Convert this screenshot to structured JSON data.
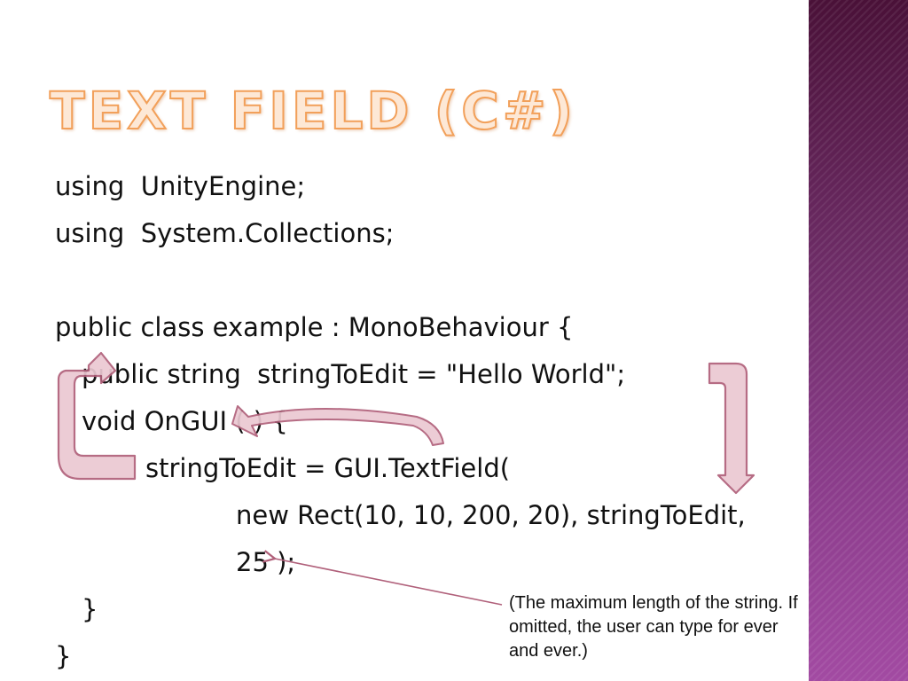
{
  "slide": {
    "title": "Text Field (C#)",
    "code_lines": [
      "using  UnityEngine;",
      "using  System.Collections;",
      "public class example : MonoBehaviour {",
      "public string  stringToEdit = \"Hello World\";",
      "void OnGUI ( ) {",
      "stringToEdit = GUI.TextField(",
      "new Rect(10, 10, 200, 20), stringToEdit,",
      "25 );",
      "}",
      "}"
    ],
    "note": "(The maximum length of the string.  If omitted, the user can type for ever and ever.)"
  },
  "colors": {
    "title_fill": "#fde8d6",
    "title_outline": "#f2a05a",
    "arrow_fill": "#ebc8d2",
    "arrow_stroke": "#b0607a",
    "side_band": "#6a2a62"
  },
  "icons": [
    "curved-arrow-icon",
    "u-turn-arrow-left-icon",
    "u-turn-arrow-right-icon",
    "pointer-arrow-icon"
  ]
}
